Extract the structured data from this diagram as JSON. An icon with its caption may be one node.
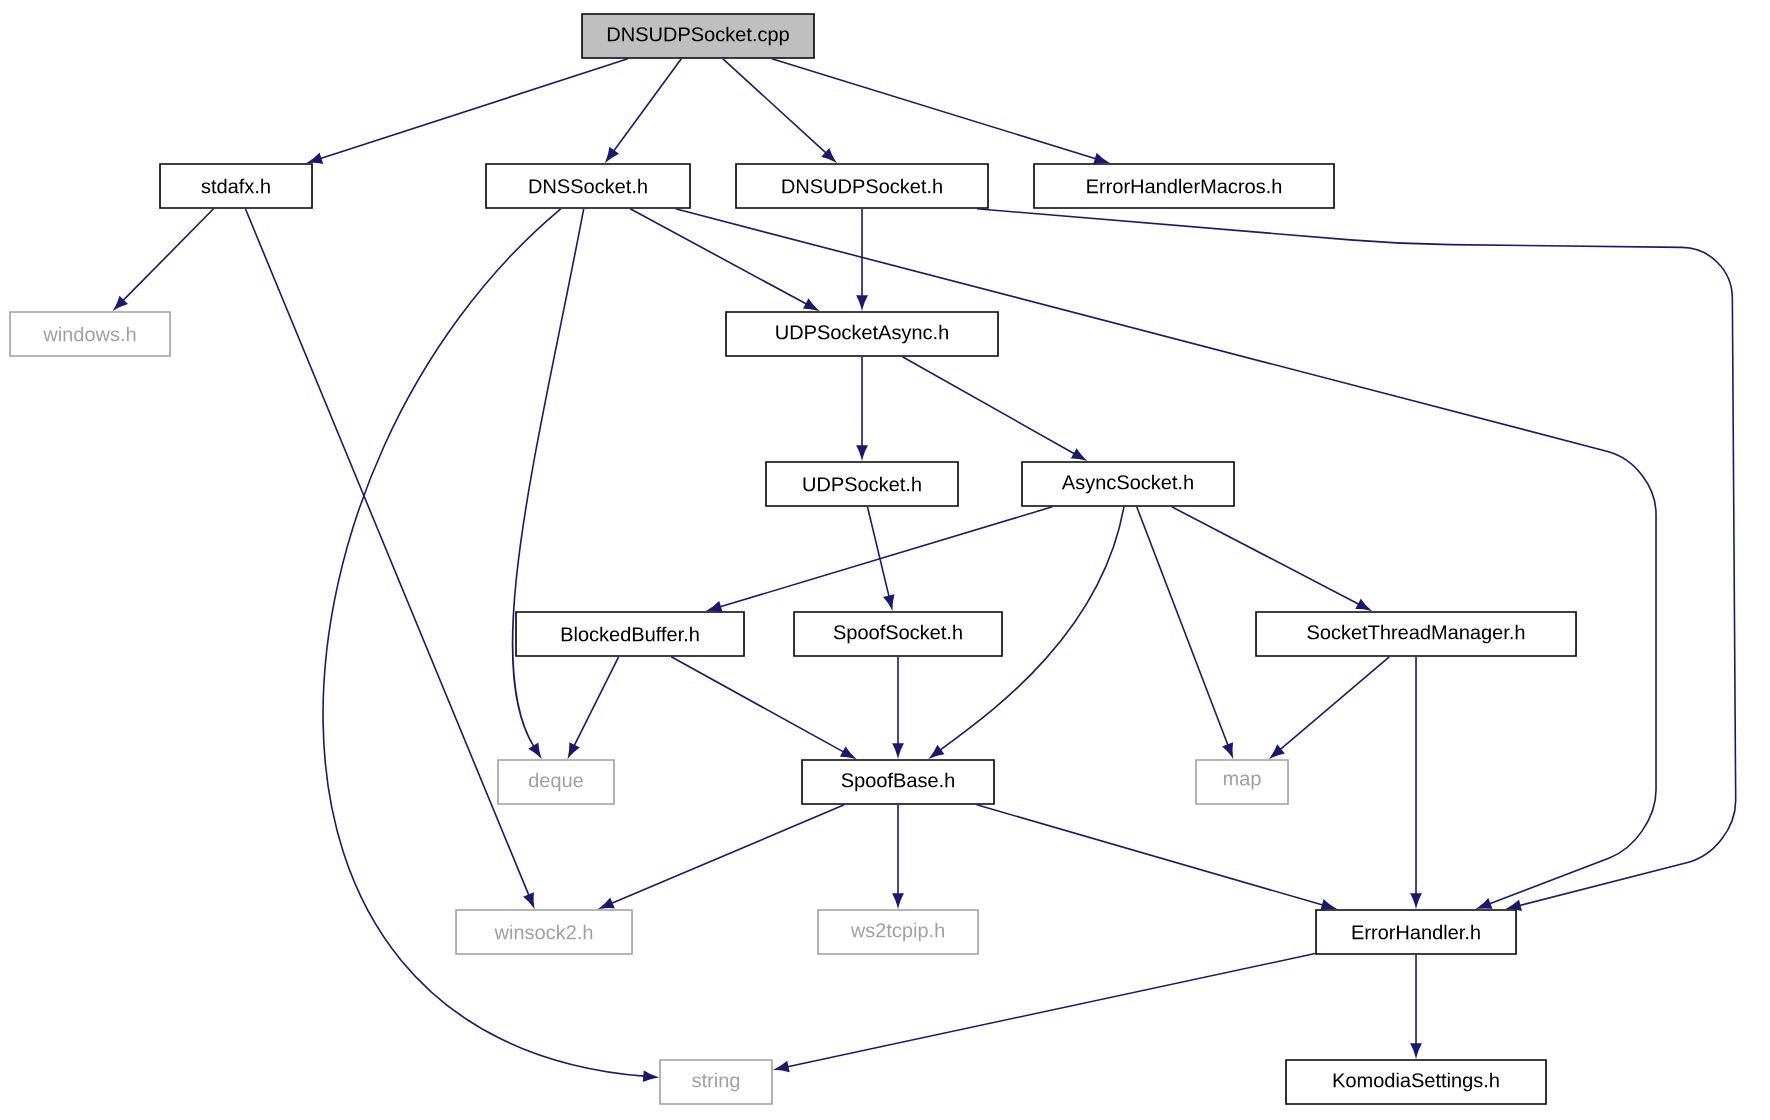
{
  "diagram": {
    "nodes": [
      {
        "text": [
          "DNSUDPSocket.cpp"
        ]
      },
      {
        "text": [
          "stdafx.h"
        ]
      },
      {
        "text": [
          "DNSSocket.h"
        ]
      },
      {
        "text": [
          "DNSUDPSocket.h"
        ]
      },
      {
        "text": [
          "ErrorHandlerMacros.h"
        ]
      },
      {
        "text": [
          "windows.h"
        ]
      },
      {
        "text": [
          "UDPSocketAsync.h"
        ]
      },
      {
        "text": [
          "UDPSocket.h"
        ]
      },
      {
        "text": [
          "AsyncSocket.h"
        ]
      },
      {
        "text": [
          "BlockedBuffer.h"
        ]
      },
      {
        "text": [
          "SpoofSocket.h"
        ]
      },
      {
        "text": [
          "SocketThreadManager.h"
        ]
      },
      {
        "text": [
          "deque"
        ]
      },
      {
        "text": [
          "SpoofBase.h"
        ]
      },
      {
        "text": [
          "map"
        ]
      },
      {
        "text": [
          "winsock2.h"
        ]
      },
      {
        "text": [
          "ws2tcpip.h"
        ]
      },
      {
        "text": [
          "ErrorHandler.h"
        ]
      },
      {
        "text": [
          "string"
        ]
      },
      {
        "text": [
          "KomodiaSettings.h"
        ]
      }
    ],
    "edges": [
      {
        "from": 0,
        "to": 1,
        "arrow": "to"
      },
      {
        "from": 0,
        "to": 2,
        "arrow": "to"
      },
      {
        "from": 0,
        "to": 3,
        "arrow": "to"
      },
      {
        "from": 0,
        "to": 4,
        "arrow": "to"
      },
      {
        "from": 1,
        "to": 5,
        "arrow": "to"
      },
      {
        "from": 1,
        "to": 15,
        "arrow": "to"
      },
      {
        "from": 2,
        "to": 18,
        "arrow": "to"
      },
      {
        "from": 2,
        "to": 12,
        "arrow": "to"
      },
      {
        "from": 2,
        "to": 6,
        "arrow": "to"
      },
      {
        "from": 2,
        "to": 17,
        "arrow": "to"
      },
      {
        "from": 3,
        "to": 6,
        "arrow": "to"
      },
      {
        "from": 3,
        "to": 17,
        "arrow": "to"
      },
      {
        "from": 6,
        "to": 7,
        "arrow": "to"
      },
      {
        "from": 6,
        "to": 8,
        "arrow": "to"
      },
      {
        "from": 7,
        "to": 10,
        "arrow": "to"
      },
      {
        "from": 8,
        "to": 9,
        "arrow": "to"
      },
      {
        "from": 8,
        "to": 13,
        "arrow": "to"
      },
      {
        "from": 8,
        "to": 14,
        "arrow": "to"
      },
      {
        "from": 8,
        "to": 11,
        "arrow": "to"
      },
      {
        "from": 9,
        "to": 12,
        "arrow": "to"
      },
      {
        "from": 9,
        "to": 13,
        "arrow": "to"
      },
      {
        "from": 10,
        "to": 13,
        "arrow": "to"
      },
      {
        "from": 11,
        "to": 14,
        "arrow": "to"
      },
      {
        "from": 11,
        "to": 17,
        "arrow": "to"
      },
      {
        "from": 13,
        "to": 15,
        "arrow": "to"
      },
      {
        "from": 13,
        "to": 16,
        "arrow": "to"
      },
      {
        "from": 13,
        "to": 17,
        "arrow": "to"
      },
      {
        "from": 17,
        "to": 18,
        "arrow": "to"
      },
      {
        "from": 17,
        "to": 19,
        "arrow": "to"
      }
    ]
  }
}
